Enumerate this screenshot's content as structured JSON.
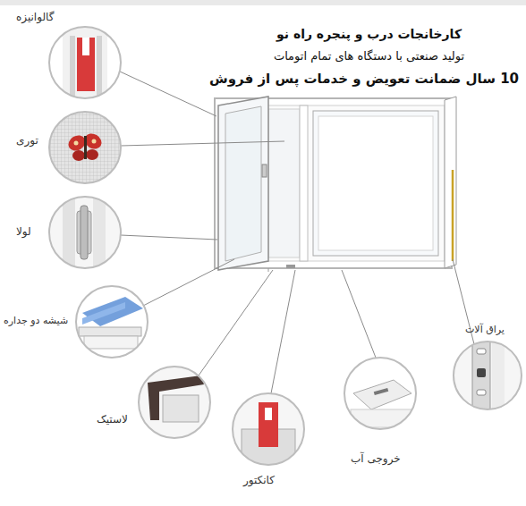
{
  "diagram": {
    "title": "کارخانجات درب و پنجره راه نو",
    "labels": [
      "تولید صنعتی با دستگاه های تمام اتومات",
      "10 سال ضمانت تعویض و خدمات پس از فروش",
      "گالوانیزه",
      "توری",
      "لولا",
      "شیشه دو جداره",
      "لاستیک",
      "کانکتور",
      "خروجی آب",
      "یراق آلات"
    ]
  }
}
